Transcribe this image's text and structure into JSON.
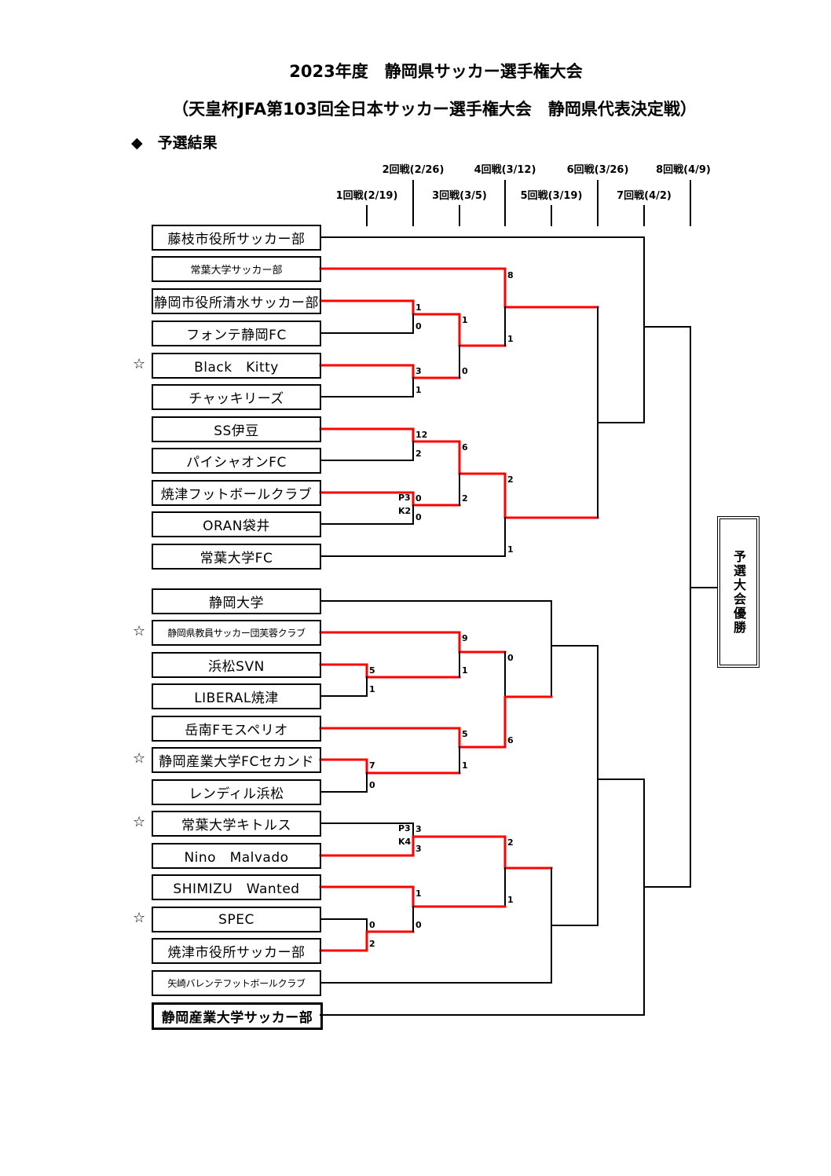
{
  "title": "2023年度　静岡県サッカー選手権大会",
  "subtitle": "（天皇杯JFA第103回全日本サッカー選手権大会　静岡県代表決定戦）",
  "section": "◆　予選結果",
  "rounds": [
    "1回戦(2/19)",
    "2回戦(2/26)",
    "3回戦(3/5)",
    "4回戦(3/12)",
    "5回戦(3/19)",
    "6回戦(3/26)",
    "7回戦(4/2)",
    "8回戦(4/9)"
  ],
  "teams": [
    {
      "name": "藤枝市役所サッカー部",
      "star": false
    },
    {
      "name": "常葉大学サッカー部",
      "star": false
    },
    {
      "name": "静岡市役所清水サッカー部",
      "star": false
    },
    {
      "name": "フォンテ静岡FC",
      "star": false
    },
    {
      "name": "Black　Kitty",
      "star": true
    },
    {
      "name": "チャッキリーズ",
      "star": false
    },
    {
      "name": "SS伊豆",
      "star": false
    },
    {
      "name": "パイシャオンFC",
      "star": false
    },
    {
      "name": "焼津フットボールクラブ",
      "star": false
    },
    {
      "name": "ORAN袋井",
      "star": false
    },
    {
      "name": "常葉大学FC",
      "star": false
    },
    {
      "name": "静岡大学",
      "star": false
    },
    {
      "name": "静岡県教員サッカー団芙蓉クラブ",
      "star": true
    },
    {
      "name": "浜松SVN",
      "star": false
    },
    {
      "name": "LIBERAL焼津",
      "star": false
    },
    {
      "name": "岳南Fモスペリオ",
      "star": false
    },
    {
      "name": "静岡産業大学FCセカンド",
      "star": true
    },
    {
      "name": "レンディル浜松",
      "star": false
    },
    {
      "name": "常葉大学キトルス",
      "star": true
    },
    {
      "name": "Nino　Malvado",
      "star": false
    },
    {
      "name": "SHIMIZU　Wanted",
      "star": false
    },
    {
      "name": "SPEC",
      "star": true
    },
    {
      "name": "焼津市役所サッカー部",
      "star": false
    },
    {
      "name": "矢崎バレンテフットボールクラブ",
      "star": false
    },
    {
      "name": "静岡産業大学サッカー部",
      "star": false
    }
  ],
  "star_symbol": "☆",
  "scores": [
    "8",
    "1",
    "1",
    "0",
    "1",
    "0",
    "3",
    "1",
    "12",
    "2",
    "6",
    "2",
    "0",
    "0",
    "P3",
    "K2",
    "2",
    "1",
    "9",
    "1",
    "5",
    "1",
    "0",
    "6",
    "5",
    "1",
    "7",
    "0",
    "3",
    "3",
    "P3",
    "K4",
    "2",
    "1",
    "1",
    "0",
    "0",
    "2"
  ],
  "winner_label": "予選大会優勝",
  "colors": {
    "win_line": "#ff0000",
    "line": "#000000"
  }
}
